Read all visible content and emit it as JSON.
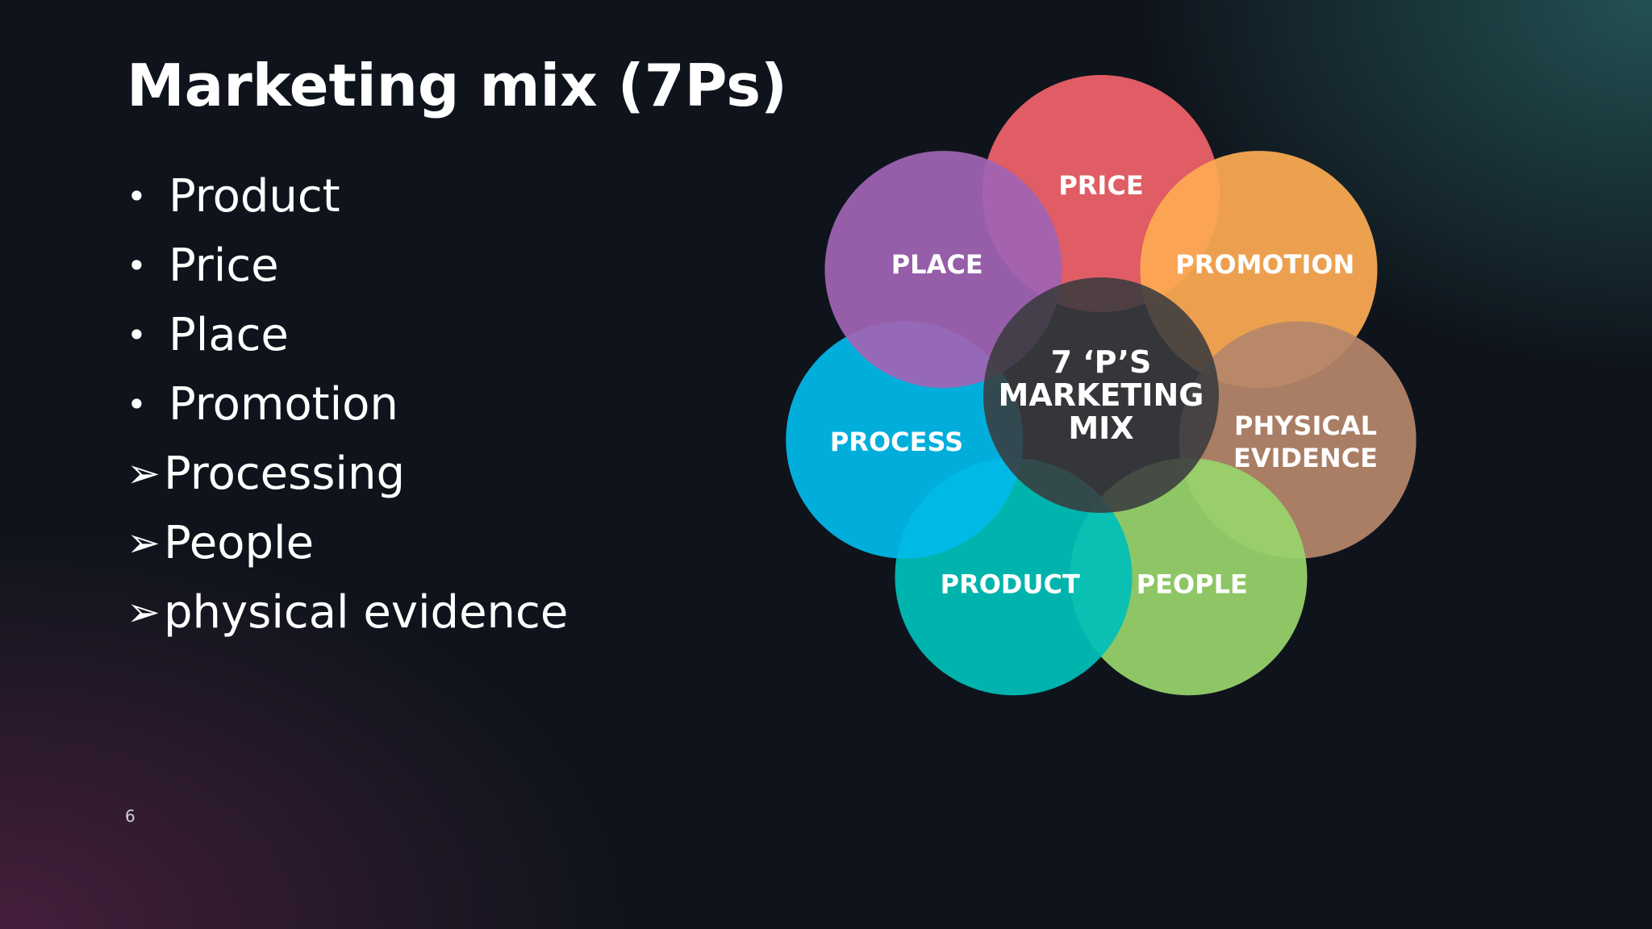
{
  "slide": {
    "title": "Marketing mix (7Ps)",
    "page_number": "6"
  },
  "bullets": [
    {
      "marker": "•",
      "text": "Product"
    },
    {
      "marker": "•",
      "text": "Price"
    },
    {
      "marker": "•",
      "text": "Place"
    },
    {
      "marker": "•",
      "text": "Promotion"
    },
    {
      "marker": "➢",
      "text": "Processing"
    },
    {
      "marker": "➢",
      "text": "People"
    },
    {
      "marker": "➢",
      "text": "physical evidence"
    }
  ],
  "diagram": {
    "center": {
      "lines": [
        "7 ‘P’S",
        "MARKETING",
        "MIX"
      ],
      "color": "#3a3b3f"
    },
    "petals": [
      {
        "name": "price",
        "lines": [
          "PRICE"
        ],
        "color": "#f0636b"
      },
      {
        "name": "promotion",
        "lines": [
          "PROMOTION"
        ],
        "color": "#fdab53"
      },
      {
        "name": "physical-evidence",
        "lines": [
          "PHYSICAL",
          "EVIDENCE"
        ],
        "color": "#b5876a"
      },
      {
        "name": "people",
        "lines": [
          "PEOPLE"
        ],
        "color": "#98d46a"
      },
      {
        "name": "product",
        "lines": [
          "PRODUCT"
        ],
        "color": "#00bfb8"
      },
      {
        "name": "process",
        "lines": [
          "PROCESS"
        ],
        "color": "#00baea"
      },
      {
        "name": "place",
        "lines": [
          "PLACE"
        ],
        "color": "#a064b4"
      }
    ]
  }
}
